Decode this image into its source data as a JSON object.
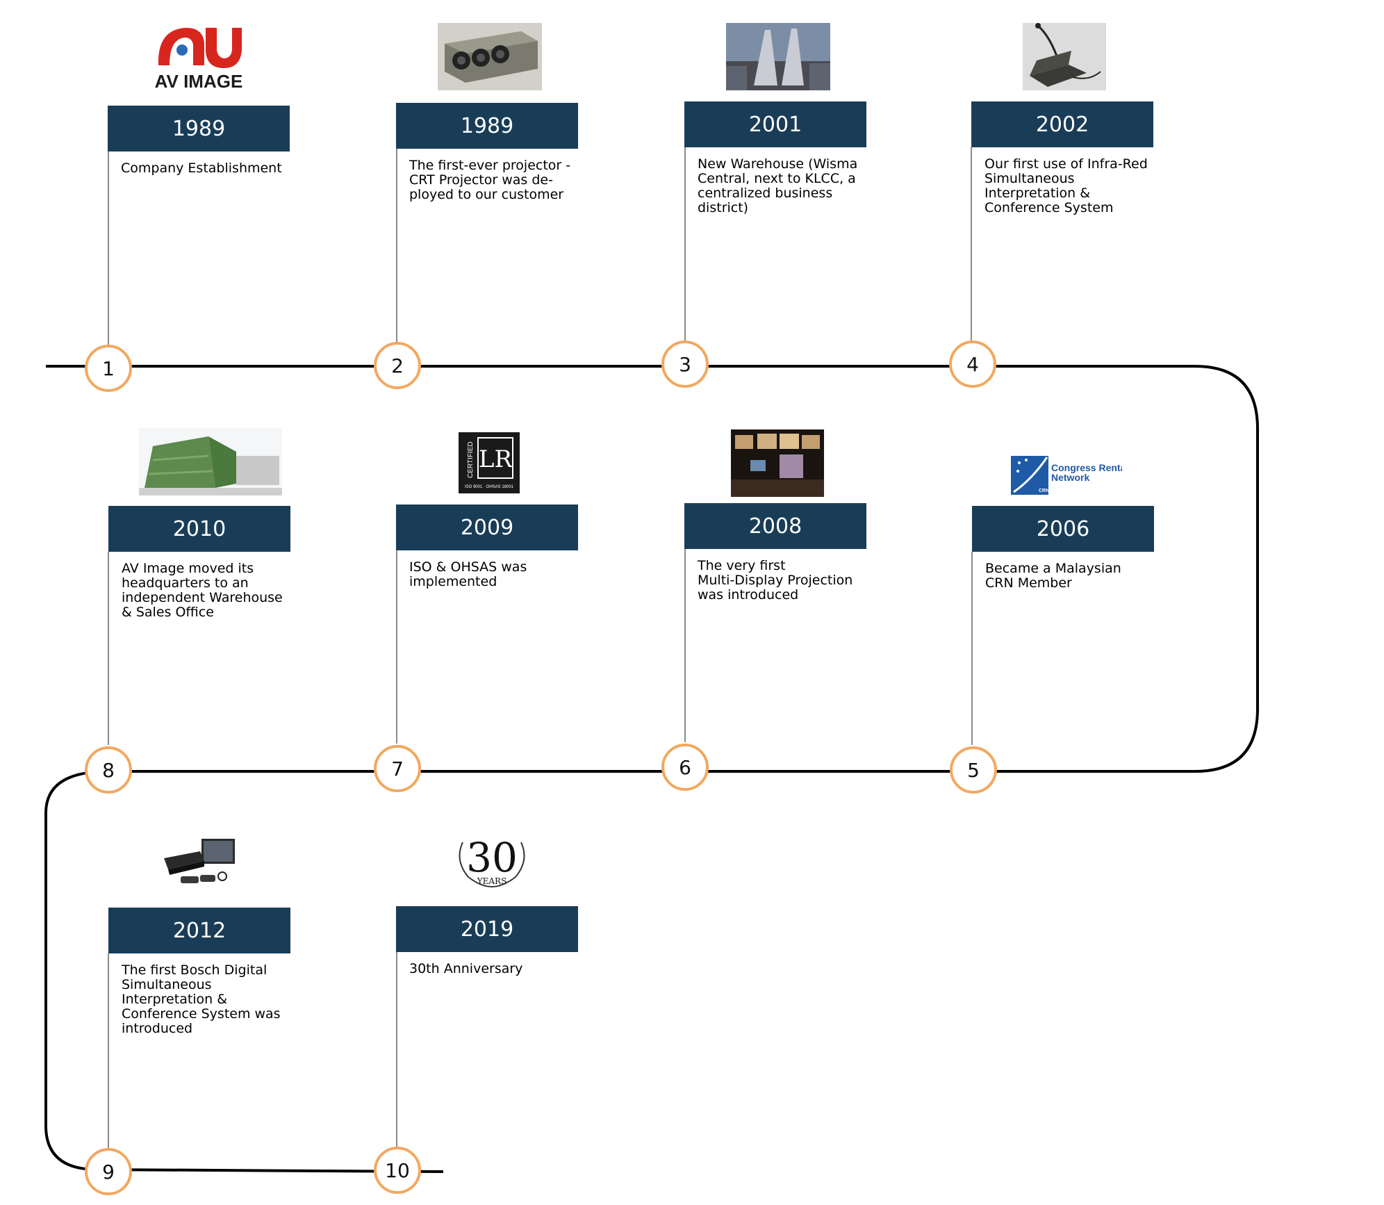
{
  "milestones": [
    {
      "step": "1",
      "year": "1989",
      "text": "Company Establishment",
      "image": "av-image-logo"
    },
    {
      "step": "2",
      "year": "1989",
      "text": "The first-ever projector -\nCRT Projector was de-\nployed to our customer",
      "image": "crt-projector-photo"
    },
    {
      "step": "3",
      "year": "2001",
      "text": "New Warehouse (Wisma\nCentral, next to KLCC, a\ncentralized business\ndistrict)",
      "image": "klcc-city-photo"
    },
    {
      "step": "4",
      "year": "2002",
      "text": "Our first use of Infra-Red\nSimultaneous\nInterpretation &\nConference System",
      "image": "conference-microphone-photo"
    },
    {
      "step": "5",
      "year": "2006",
      "text": "Became a Malaysian\nCRN Member",
      "image": "crn-logo"
    },
    {
      "step": "6",
      "year": "2008",
      "text": "The very first\nMulti-Display Projection\nwas introduced",
      "image": "control-room-photo"
    },
    {
      "step": "7",
      "year": "2009",
      "text": "ISO & OHSAS was\nimplemented",
      "image": "lr-certified-badge"
    },
    {
      "step": "8",
      "year": "2010",
      "text": "AV Image moved its\nheadquarters to an\nindependent Warehouse\n& Sales Office",
      "image": "warehouse-building-photo"
    },
    {
      "step": "9",
      "year": "2012",
      "text": "The first Bosch Digital\nSimultaneous\nInterpretation &\nConference System was\nintroduced",
      "image": "bosch-equipment-photo"
    },
    {
      "step": "10",
      "year": "2019",
      "text": "30th Anniversary",
      "image": "30-years-emblem"
    }
  ],
  "logo": {
    "brand": "AV IMAGE"
  },
  "crn_logo": {
    "line1": "Congress Rental",
    "line2": "Network",
    "tag": "CRN"
  },
  "lr_badge": {
    "side": "CERTIFIED",
    "mark": "LR",
    "caption": "ISO 9001 · OHSAS 18001"
  },
  "anniversary": {
    "number": "30",
    "word": "YEARS"
  },
  "colors": {
    "year_box": "#1a3d57",
    "node_border": "#f2a860",
    "path_line": "#000000",
    "stem": "#8a8a8a",
    "logo_red": "#d7261e"
  }
}
